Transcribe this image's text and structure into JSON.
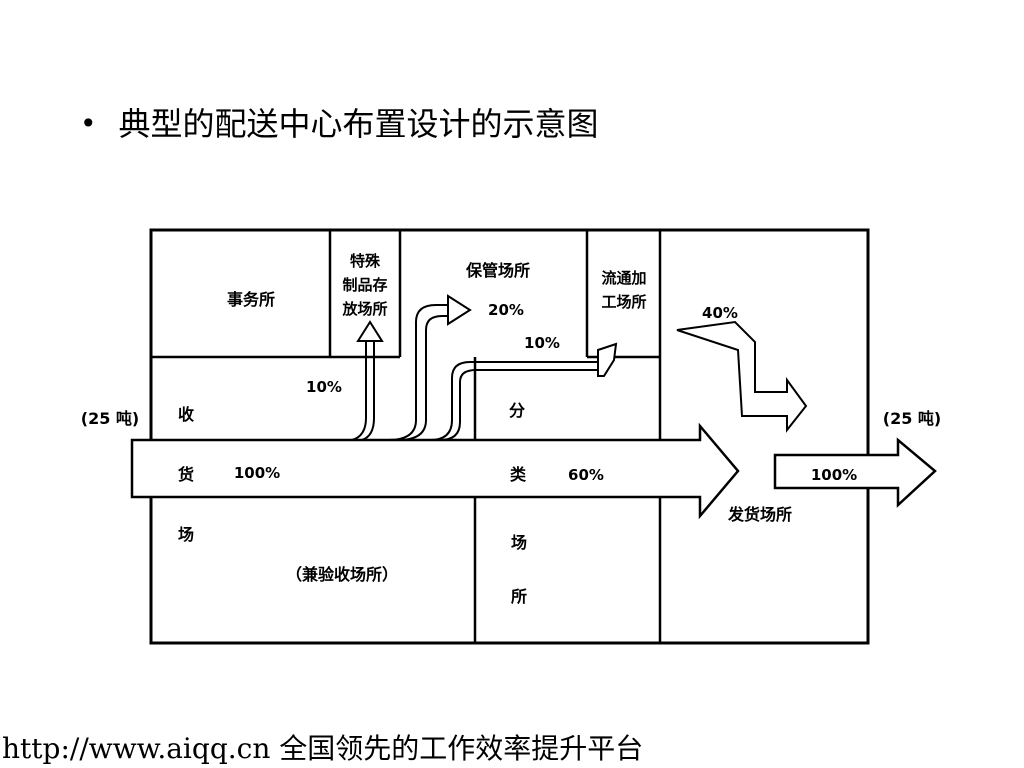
{
  "slide": {
    "bullet": "•",
    "title": "典型的配送中心布置设计的示意图"
  },
  "diagram": {
    "rooms": {
      "office": "事务所",
      "special_storage": [
        "特殊",
        "制品存",
        "放场所"
      ],
      "storage": "保管场所",
      "processing": [
        "流通加",
        "工场所"
      ],
      "receiving_chars": [
        "收",
        "货",
        "场"
      ],
      "inspection": "（兼验收场所）",
      "sorting_chars": [
        "分",
        "类",
        "场",
        "所"
      ],
      "shipping": "发货场所"
    },
    "flow_labels": {
      "special_pct": "10%",
      "storage_pct": "20%",
      "processing_pct": "10%",
      "receiving_pct": "100%",
      "sorting_pct": "60%",
      "shipping_in_pct": "40%",
      "shipping_out_pct": "100%"
    },
    "inbound": "(25 吨)",
    "outbound": "(25 吨)"
  },
  "footer": {
    "url": "http://www.aiqq.cn",
    "tagline": "全国领先的工作效率提升平台"
  }
}
